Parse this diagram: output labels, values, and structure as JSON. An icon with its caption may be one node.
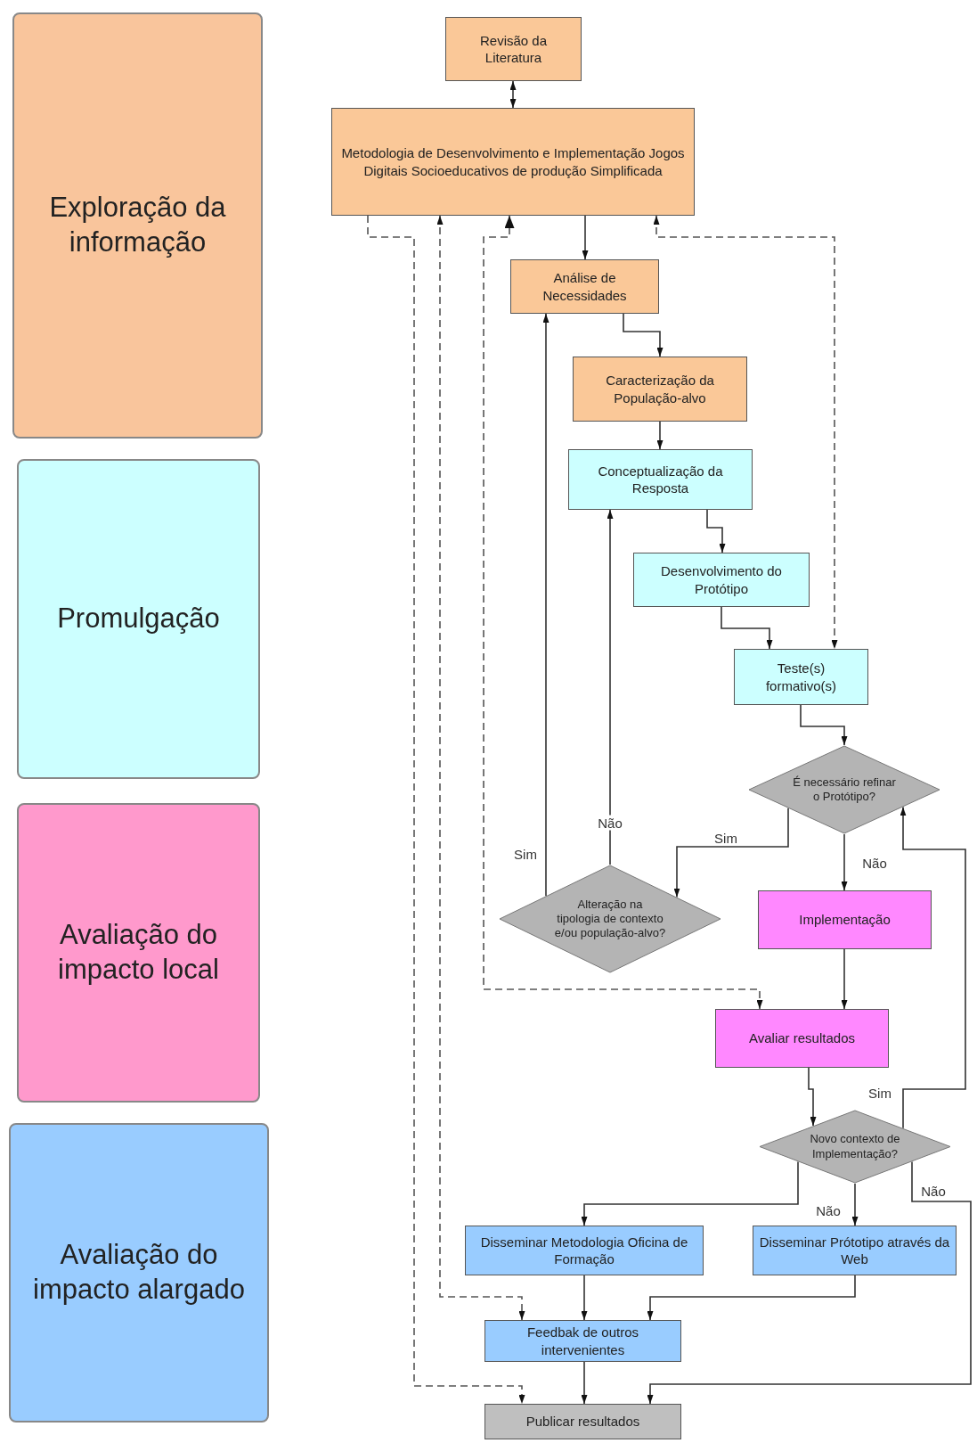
{
  "diagram": {
    "nodes": [
      {
        "text": [
          "Exploração da informação"
        ]
      },
      {
        "text": [
          "Promulgação"
        ]
      },
      {
        "text": [
          "Avaliação do impacto local"
        ]
      },
      {
        "text": [
          "Avaliação do impacto alargado"
        ]
      },
      {
        "text": [
          "Revisão da Literatura"
        ]
      },
      {
        "text": [
          "Metodologia de Desenvolvimento e Implementação Jogos Digitais Socioeducativos de produção Simplificada"
        ]
      },
      {
        "text": [
          "Análise de Necessidades"
        ]
      },
      {
        "text": [
          "Caracterização da População-alvo"
        ]
      },
      {
        "text": [
          "Conceptualização da Resposta"
        ]
      },
      {
        "text": [
          "Desenvolvimento do Protótipo"
        ]
      },
      {
        "text": [
          "Teste(s) formativo(s)"
        ]
      },
      {
        "text": [
          "É necessário refinar o Protótipo?"
        ]
      },
      {
        "text": [
          "Alteração na tipologia de contexto e/ou população-alvo?"
        ]
      },
      {
        "text": [
          "Implementação"
        ]
      },
      {
        "text": [
          "Avaliar resultados"
        ]
      },
      {
        "text": [
          "Novo contexto de Implementação?"
        ]
      },
      {
        "text": [
          "Disseminar Metodologia Oficina de Formação"
        ]
      },
      {
        "text": [
          "Disseminar Prótotipo através da Web"
        ]
      },
      {
        "text": [
          "Feedbak de outros intervenientes"
        ]
      },
      {
        "text": [
          "Publicar resultados"
        ]
      }
    ],
    "edges": [
      {
        "from": 4,
        "to": 5,
        "arrow": "both"
      },
      {
        "from": 5,
        "to": 6,
        "arrow": "to"
      },
      {
        "from": 6,
        "to": 7,
        "arrow": "to"
      },
      {
        "from": 7,
        "to": 8,
        "arrow": "to"
      },
      {
        "from": 8,
        "to": 9,
        "arrow": "to"
      },
      {
        "from": 9,
        "to": 10,
        "arrow": "to"
      },
      {
        "from": 10,
        "to": 11,
        "arrow": "to"
      },
      {
        "from": 11,
        "to": 12,
        "arrow": "to",
        "label": "Sim"
      },
      {
        "from": 11,
        "to": 13,
        "arrow": "to",
        "label": "Não"
      },
      {
        "from": 13,
        "to": 14,
        "arrow": "to"
      },
      {
        "from": 14,
        "to": 15,
        "arrow": "to"
      },
      {
        "from": 15,
        "to": 11,
        "arrow": "to",
        "label": "Sim"
      },
      {
        "from": 15,
        "to": 16,
        "arrow": "to"
      },
      {
        "from": 15,
        "to": 17,
        "arrow": "to",
        "label": "Não"
      },
      {
        "from": 15,
        "to": 19,
        "arrow": "to",
        "label": "Não"
      },
      {
        "from": 12,
        "to": 8,
        "arrow": "to",
        "label": "Não"
      },
      {
        "from": 12,
        "to": 6,
        "arrow": "to",
        "label": "Sim"
      },
      {
        "from": 16,
        "to": 18,
        "arrow": "to"
      },
      {
        "from": 17,
        "to": 18,
        "arrow": "to"
      },
      {
        "from": 18,
        "to": 19,
        "arrow": "to"
      },
      {
        "from": 5,
        "to": 19,
        "arrow": "to",
        "style": "dashed"
      },
      {
        "from": 5,
        "to": 18,
        "arrow": "both",
        "style": "dashed"
      },
      {
        "from": 5,
        "to": 14,
        "arrow": "both",
        "style": "dashed"
      },
      {
        "from": 5,
        "to": 10,
        "arrow": "both",
        "style": "dashed"
      }
    ]
  }
}
